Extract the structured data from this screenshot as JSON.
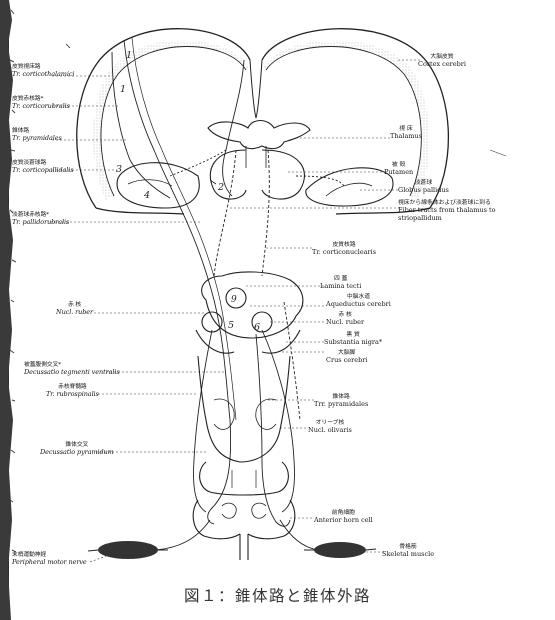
{
  "left_labels": [
    {
      "id": "tr-corticothalamici",
      "jp": "皮質視床路",
      "lt": "Tr. corticothalamici"
    },
    {
      "id": "tr-corticorubralis",
      "jp": "皮質赤核路*",
      "lt": "Tr. corticorubralis"
    },
    {
      "id": "tr-pyramidales-top",
      "jp": "錐体路",
      "lt": "Tr. pyramidales"
    },
    {
      "id": "tr-corticopallidalis",
      "jp": "皮質淡蒼球路",
      "lt": "Tr. corticopallidalis"
    },
    {
      "id": "tr-pallidorubralis",
      "jp": "淡蒼球赤核路*",
      "lt": "Tr. pallidorubralis"
    },
    {
      "id": "nucl-ruber-left",
      "jp": "赤 核",
      "lt": "Nucl. ruber"
    },
    {
      "id": "decussatio-tegmenti",
      "jp": "被蓋腹側交叉*",
      "lt": "Decussatio tegmenti ventralis"
    },
    {
      "id": "tr-rubrospinalis",
      "jp": "赤核脊髄路",
      "lt": "Tr. rubrospinalis"
    },
    {
      "id": "decussatio-pyramidum",
      "jp": "錐体交叉",
      "lt": "Decussatio pyramidum"
    },
    {
      "id": "peripheral-motor-nerve",
      "jp": "末梢運動神経",
      "lt": "Peripheral motor nerve"
    }
  ],
  "right_labels": [
    {
      "id": "cortex-cerebri",
      "jp": "大脳皮質",
      "lt": "Cortex cerebri"
    },
    {
      "id": "thalamus",
      "jp": "視 床",
      "lt": "Thalamus"
    },
    {
      "id": "putamen",
      "jp": "被 殻",
      "lt": "Putamen"
    },
    {
      "id": "globus-pallidus",
      "jp": "淡蒼球",
      "lt": "Globus pallidus"
    },
    {
      "id": "fiber-tracts",
      "jp": "視床から線条体および淡蒼球に到る",
      "lt": "Fiber tracts from thalamus to",
      "lt2": "striopallidum"
    },
    {
      "id": "tr-corticonuclearis",
      "jp": "皮質核路",
      "lt": "Tr. corticonuclearis"
    },
    {
      "id": "lamina-tecti",
      "jp": "四 蓋",
      "lt": "Lamina tecti"
    },
    {
      "id": "aqueductus-cerebri",
      "jp": "中脳水道",
      "lt": "Aqueductus cerebri"
    },
    {
      "id": "nucl-ruber-right",
      "jp": "赤 核",
      "lt": "Nucl. ruber"
    },
    {
      "id": "substantia-nigra",
      "jp": "黒 質",
      "lt": "Substantia nigra*"
    },
    {
      "id": "crus-cerebri",
      "jp": "大脳脚",
      "lt": "Crus cerebri"
    },
    {
      "id": "trr-pyramidales",
      "jp": "錐体路",
      "lt": "Trr. pyramidales"
    },
    {
      "id": "nucl-olivaris",
      "jp": "オリーブ核",
      "lt": "Nucl. olivaris"
    },
    {
      "id": "anterior-horn-cell",
      "jp": "前角細胞",
      "lt": "Anterior horn cell"
    },
    {
      "id": "skeletal-muscle",
      "jp": "骨格筋",
      "lt": "Skeletal muscle"
    }
  ],
  "numbers": [
    "1",
    "2",
    "3",
    "4",
    "5",
    "6"
  ],
  "caption": "図１：錐体路と錐体外路"
}
